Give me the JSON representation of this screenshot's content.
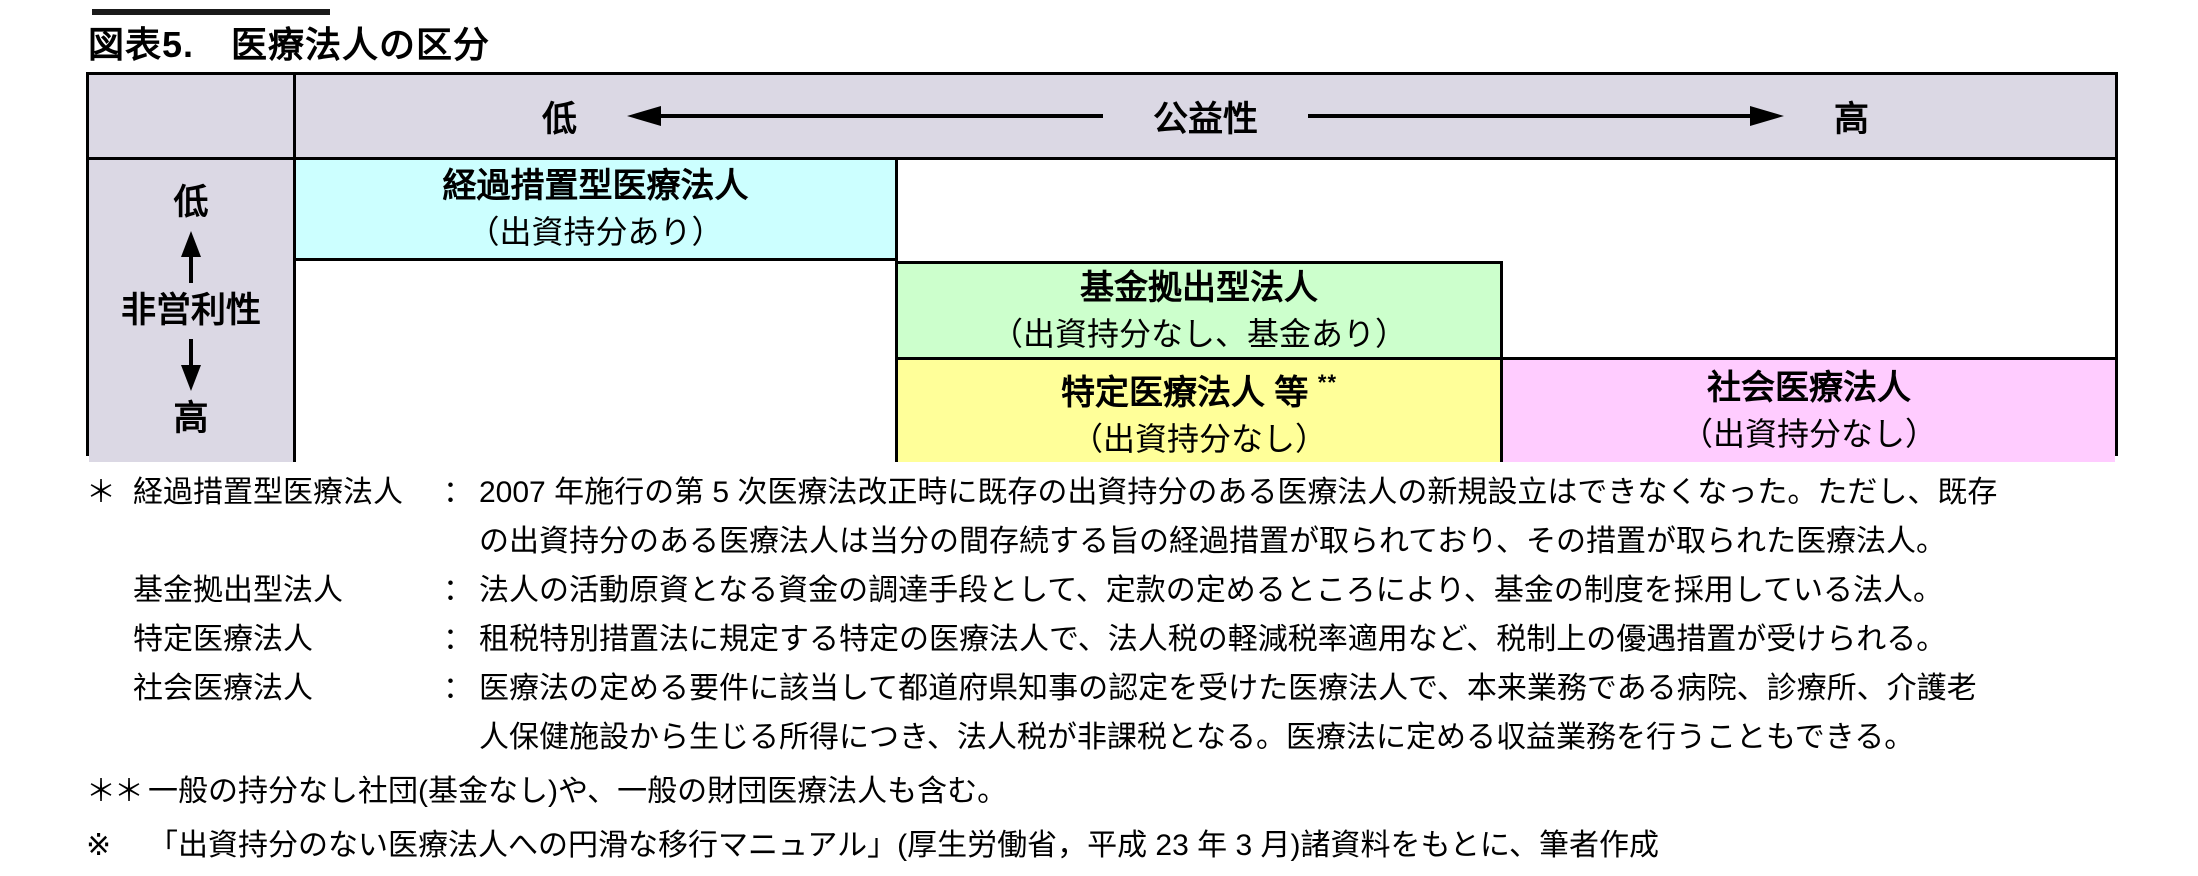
{
  "title": "図表5.　医療法人の区分",
  "matrix": {
    "x_axis": {
      "low": "低",
      "label": "公益性",
      "high": "高"
    },
    "y_axis": {
      "low": "低",
      "label": "非営利性",
      "high": "高"
    },
    "cells": {
      "transitional": {
        "name": "経過措置型医療法人",
        "sub": "（出資持分あり）",
        "color": "#CCFFFF"
      },
      "fund": {
        "name": "基金拠出型法人",
        "sub": "（出資持分なし、基金あり）",
        "color": "#CCFFCC"
      },
      "specified": {
        "name": "特定医療法人 等",
        "marker": "**",
        "sub": "（出資持分なし）",
        "color": "#FFFF99"
      },
      "social": {
        "name": "社会医療法人",
        "sub": "（出資持分なし）",
        "color": "#FFCCFF"
      }
    },
    "header_bg": "#DBD8E4",
    "border_color": "#000000"
  },
  "footnotes": {
    "entries": [
      {
        "marker": "＊",
        "term": "経過措置型医療法人",
        "colon": "：",
        "body": "2007 年施行の第 5 次医療法改正時に既存の出資持分のある医療法人の新規設立はできなくなった。ただし、既存の出資持分のある医療法人は当分の間存続する旨の経過措置が取られており、その措置が取られた医療法人。"
      },
      {
        "marker": "",
        "term": "基金拠出型法人",
        "colon": "：",
        "body": "法人の活動原資となる資金の調達手段として、定款の定めるところにより、基金の制度を採用している法人。"
      },
      {
        "marker": "",
        "term": "特定医療法人",
        "colon": "：",
        "body": "租税特別措置法に規定する特定の医療法人で、法人税の軽減税率適用など、税制上の優遇措置が受けられる。"
      },
      {
        "marker": "",
        "term": "社会医療法人",
        "colon": "：",
        "body": "医療法の定める要件に該当して都道府県知事の認定を受けた医療法人で、本来業務である病院、診療所、介護老人保健施設から生じる所得につき、法人税が非課税となる。医療法に定める収益業務を行うこともできる。"
      },
      {
        "marker": "＊＊",
        "term": "",
        "colon": "",
        "body": "一般の持分なし社団(基金なし)や、一般の財団医療法人も含む。"
      },
      {
        "marker": "※",
        "term": "",
        "colon": "",
        "body": "「出資持分のない医療法人への円滑な移行マニュアル」(厚生労働省，平成 23 年 3 月)諸資料をもとに、筆者作成"
      }
    ]
  }
}
